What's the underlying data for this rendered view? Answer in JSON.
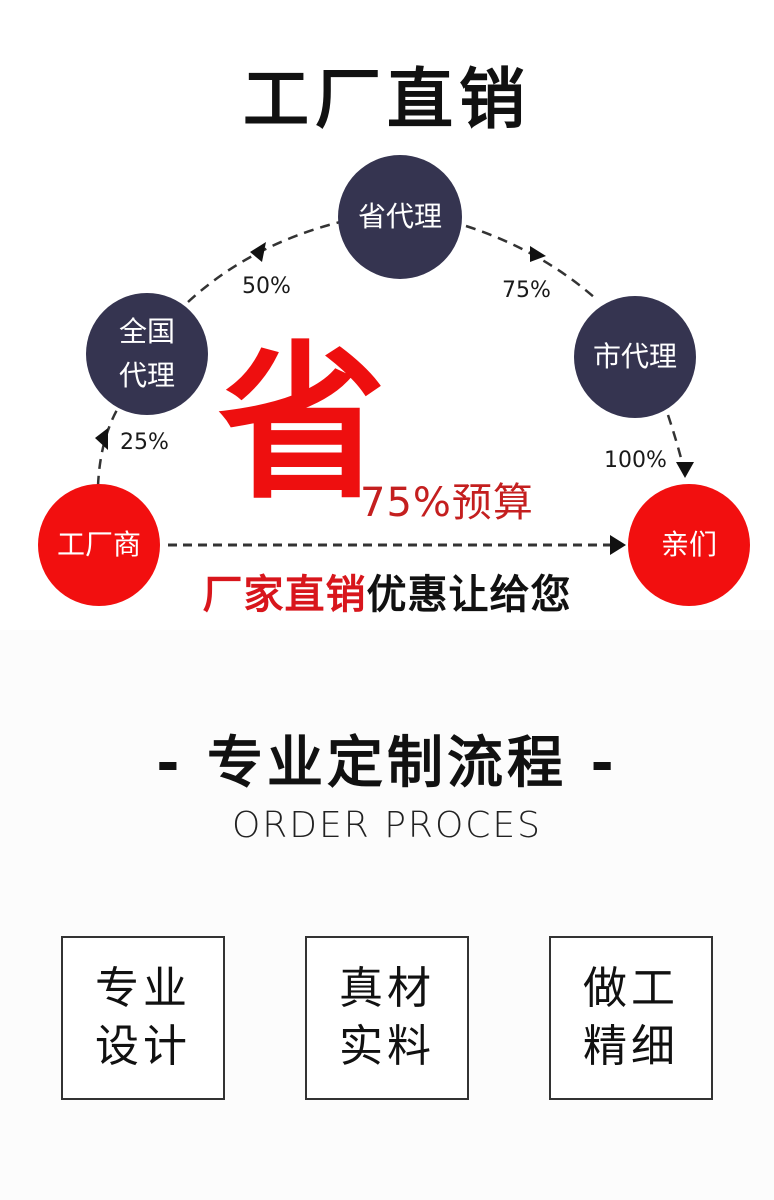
{
  "header": {
    "title": "工厂直销"
  },
  "flow": {
    "nodes": [
      {
        "id": "factory",
        "label": "工厂商",
        "color": "#f20f0f"
      },
      {
        "id": "national",
        "label_line1": "全国",
        "label_line2": "代理",
        "color": "#353450"
      },
      {
        "id": "province",
        "label": "省代理",
        "color": "#353450"
      },
      {
        "id": "city",
        "label": "市代理",
        "color": "#353450"
      },
      {
        "id": "customer",
        "label": "亲们",
        "color": "#f20f0f"
      }
    ],
    "markups": [
      "25%",
      "50%",
      "75%",
      "100%"
    ],
    "save_char": "省",
    "save_budget": "75%预算",
    "slogan_red": "厂家直销",
    "slogan_black": "优惠让给您"
  },
  "process": {
    "title": "- 专业定制流程 -",
    "subtitle": "ORDER PROCES",
    "cards": [
      {
        "line1": "专业",
        "line2": "设计"
      },
      {
        "line1": "真材",
        "line2": "实料"
      },
      {
        "line1": "做工",
        "line2": "精细"
      }
    ]
  },
  "colors": {
    "accent_red": "#f20f0f",
    "node_dark": "#353450",
    "budget_red": "#c41f1f"
  }
}
